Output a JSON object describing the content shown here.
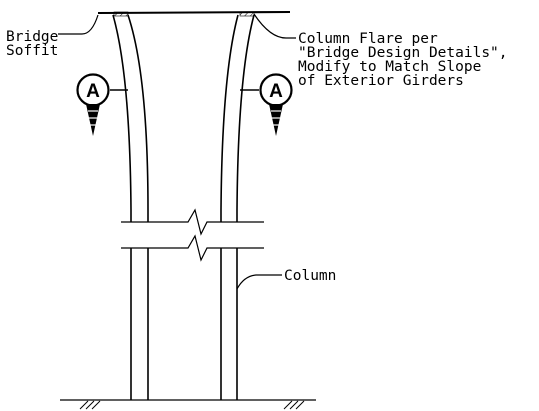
{
  "labels": {
    "soffit_line1": "Bridge",
    "soffit_line2": "Soffit",
    "flare_line1": "Column Flare per",
    "flare_line2": "\"Bridge Design Details\",",
    "flare_line3": "Modify to Match Slope",
    "flare_line4": "of Exterior Girders",
    "column": "Column"
  },
  "section_markers": {
    "left": "A",
    "right": "A"
  },
  "colors": {
    "ink": "#000000",
    "background": "#ffffff"
  }
}
